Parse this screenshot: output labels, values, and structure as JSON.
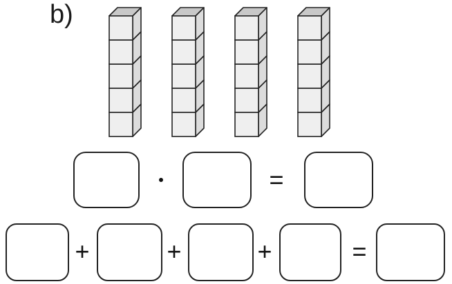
{
  "label": "b)",
  "stacks": {
    "count": 4,
    "cubes_per_stack": 5,
    "face_color": "#efefef",
    "top_color": "#c8c8c8",
    "side_color": "#dcdcdc",
    "stroke_color": "#222222"
  },
  "row1": {
    "operator": "·",
    "equals": "="
  },
  "row2": {
    "plus": "+",
    "equals": "="
  }
}
